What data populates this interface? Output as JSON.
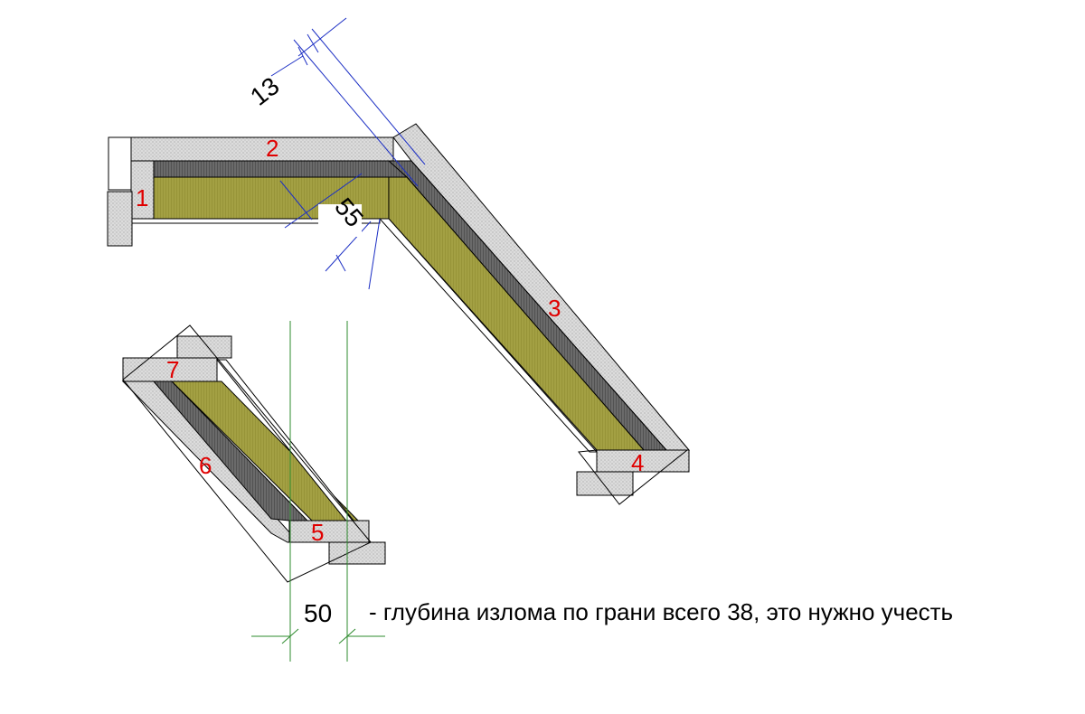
{
  "parts": [
    {
      "id": "1",
      "label": "1"
    },
    {
      "id": "2",
      "label": "2"
    },
    {
      "id": "3",
      "label": "3"
    },
    {
      "id": "4",
      "label": "4"
    },
    {
      "id": "5",
      "label": "5"
    },
    {
      "id": "6",
      "label": "6"
    },
    {
      "id": "7",
      "label": "7"
    }
  ],
  "dimensions": [
    {
      "id": "dim-13",
      "value": "13"
    },
    {
      "id": "dim-55",
      "value": "55"
    },
    {
      "id": "dim-50",
      "value": "50"
    }
  ],
  "note": "- глубина излома по грани всего 38, это нужно учесть",
  "colors": {
    "stone": "#d9d9d9",
    "dark_layer": "#5a5a5a",
    "insulation": "#9c9a3a",
    "part_label": "#e00000",
    "dimension_blue": "#1c2fc4",
    "guide_green": "#2e8b2e",
    "outline": "#000000"
  }
}
